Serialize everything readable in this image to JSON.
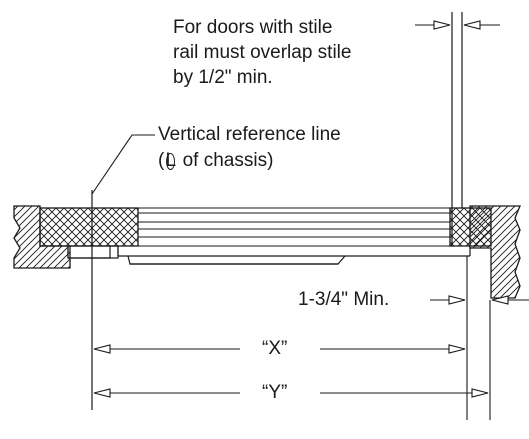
{
  "notes": {
    "stile_note": [
      "For doors with stile",
      "rail must overlap stile",
      "by 1/2\" min."
    ],
    "reference_line_note": {
      "line1": "Vertical reference line",
      "line2_prefix": "(",
      "centerline_symbol": "L",
      "line2_suffix": " of chassis)"
    },
    "min_clearance": "1-3/4\" Min."
  },
  "dimensions": {
    "x_label": "“X”",
    "y_label": "“Y”"
  },
  "colors": {
    "line": "#1a1a1a",
    "background": "#ffffff"
  }
}
